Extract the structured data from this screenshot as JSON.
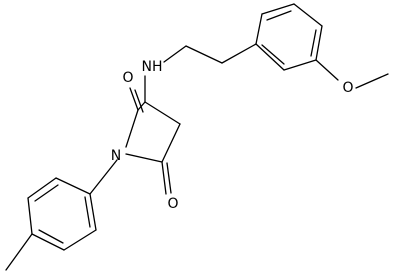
{
  "molecule": {
    "atom_labels": {
      "nh": "NH",
      "n": "N",
      "o_c2": "O",
      "o_c5": "O",
      "o_ether": "O"
    },
    "colors": {
      "bond": "#000000",
      "label": "#000000",
      "background": "#ffffff"
    }
  }
}
